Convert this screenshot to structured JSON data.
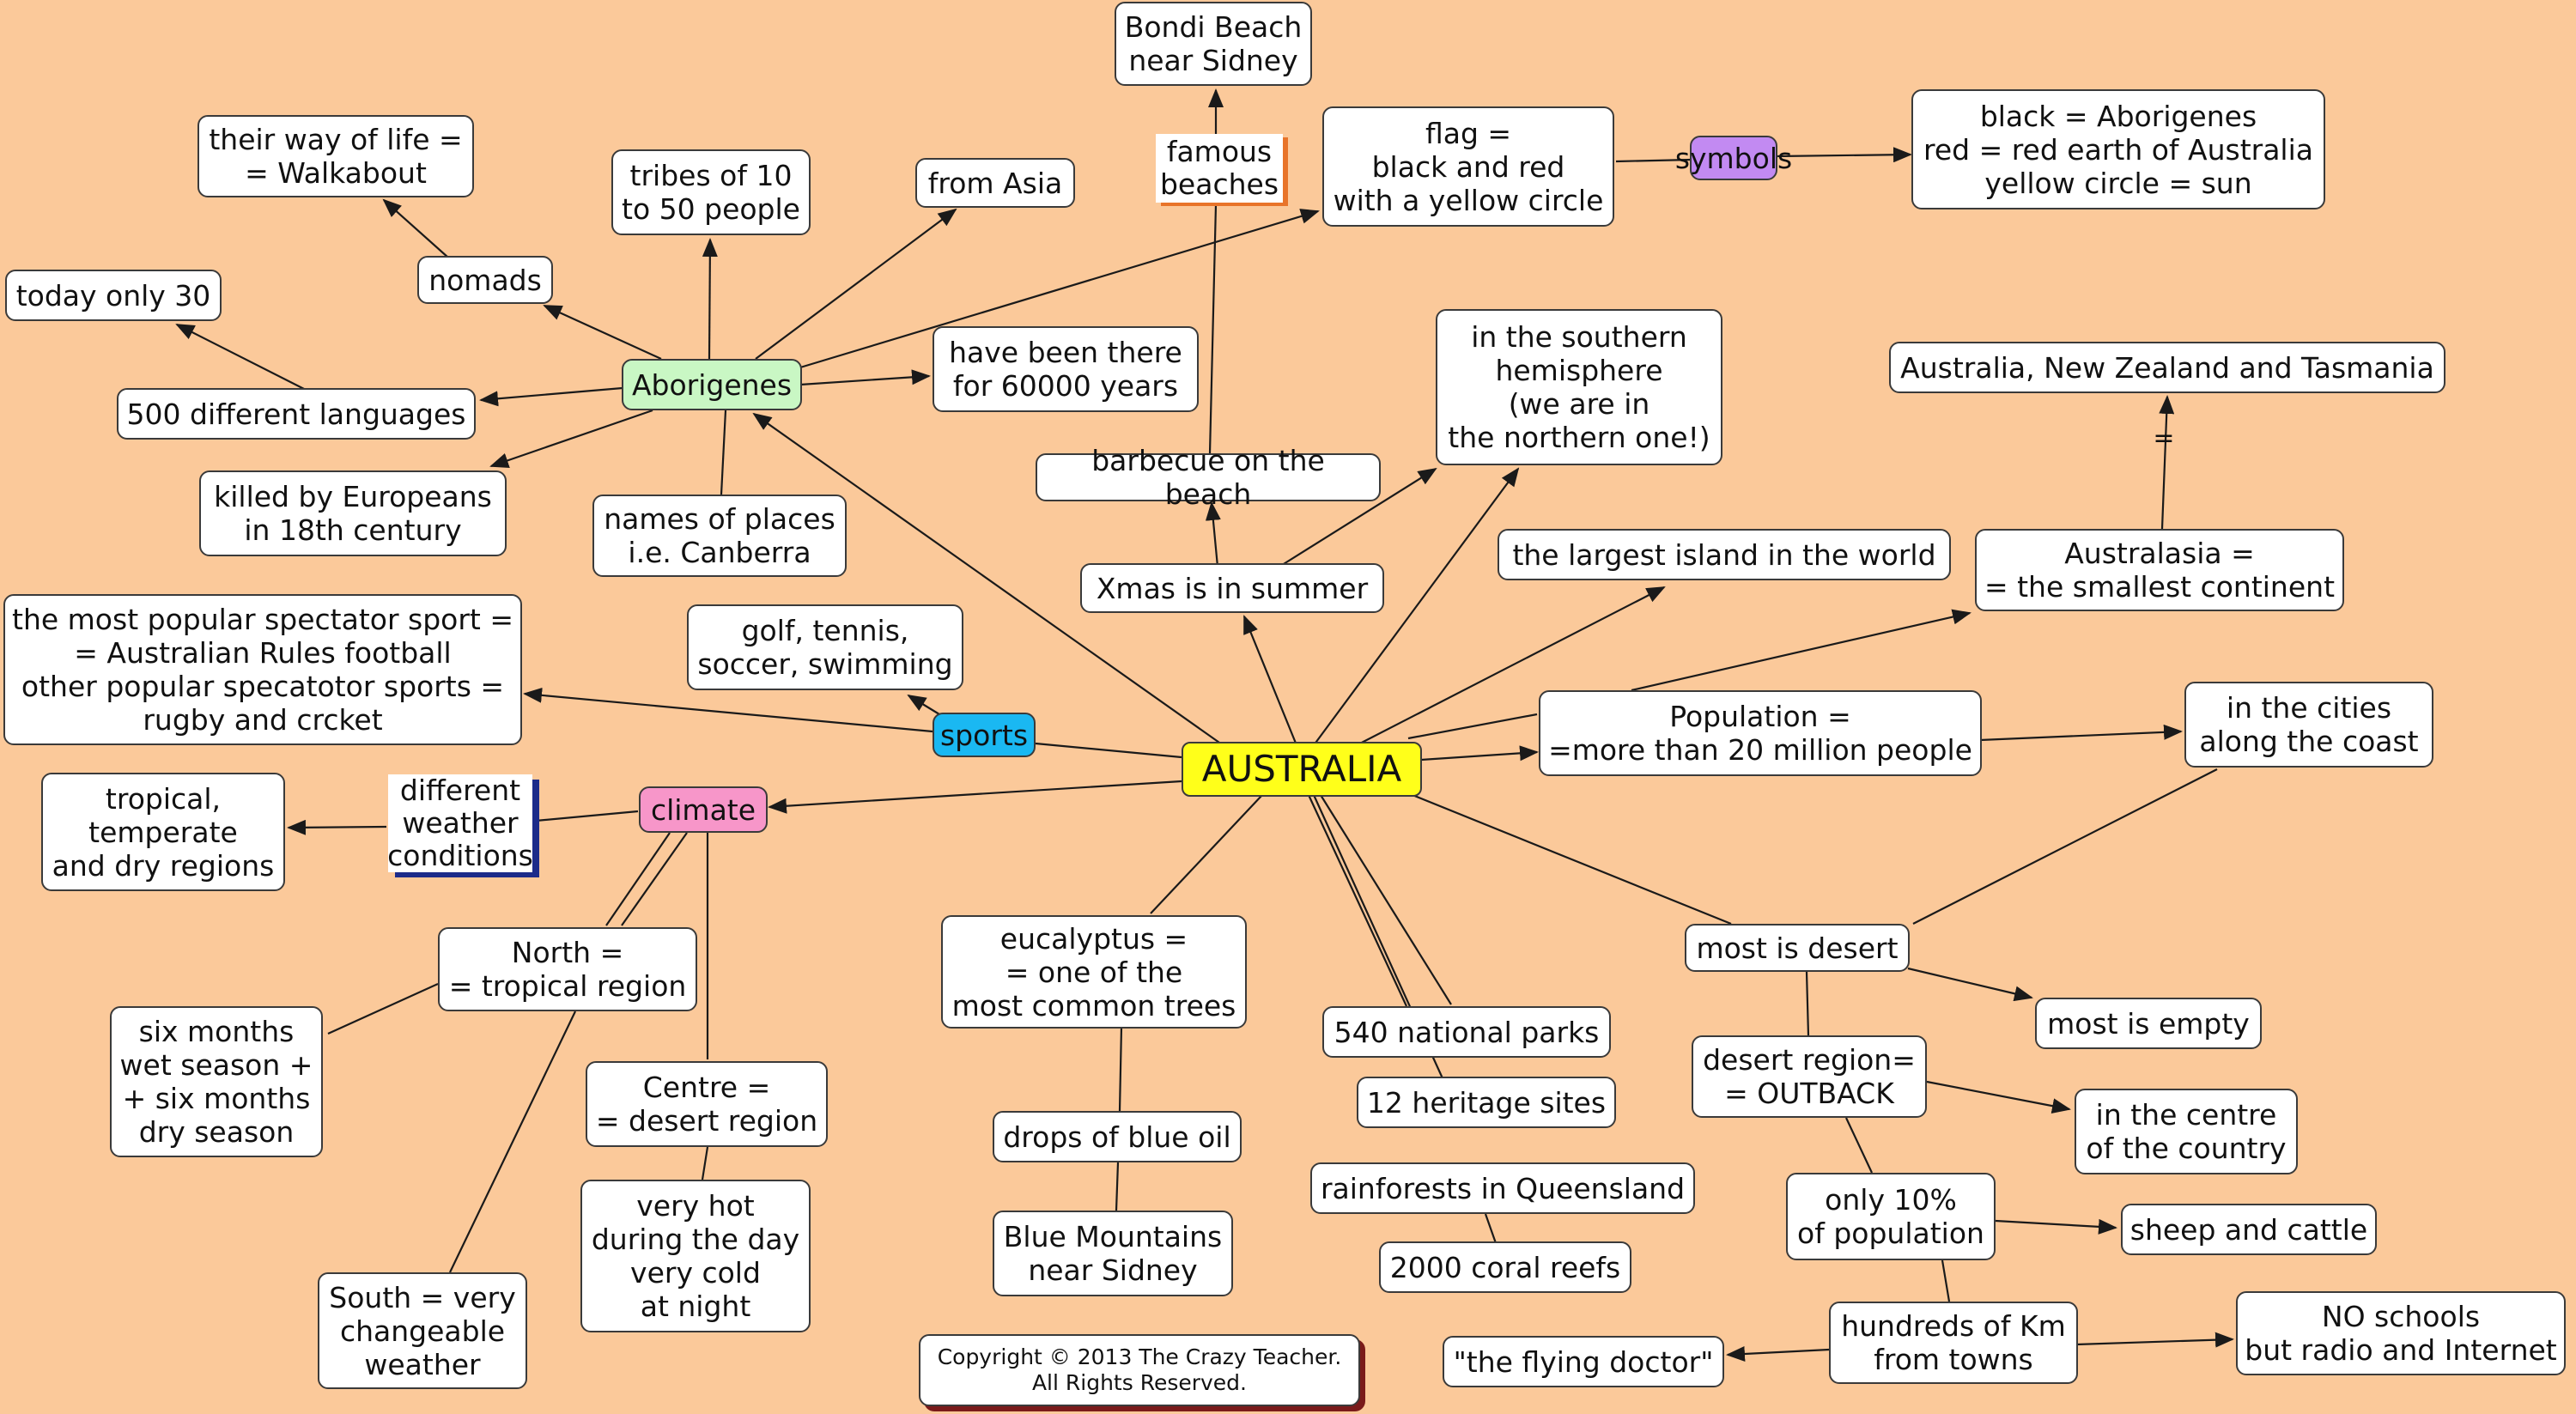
{
  "colors": {
    "background": "#fbc99a",
    "edge": "#1a1a1a",
    "australia": "#ffff1a",
    "aborigenes": "#c9f7c4",
    "sports": "#1ab8f2",
    "climate": "#f796c9",
    "symbols": "#c28af2",
    "default_node": "#ffffff"
  },
  "nodes": {
    "australia": {
      "text": "AUSTRALIA",
      "color": "#ffff1a"
    },
    "aborigenes": {
      "text": "Aborigenes",
      "color": "#c9f7c4"
    },
    "sports": {
      "text": "sports",
      "color": "#1ab8f2"
    },
    "climate": {
      "text": "climate",
      "color": "#f796c9"
    },
    "symbols": {
      "text": "symbols",
      "color": "#c28af2"
    },
    "walkabout": {
      "text": "their way of life =\n= Walkabout"
    },
    "nomads": {
      "text": "nomads"
    },
    "today30": {
      "text": "today only 30"
    },
    "languages": {
      "text": "500 different languages"
    },
    "killed": {
      "text": "killed by Europeans\nin 18th century"
    },
    "tribes": {
      "text": "tribes of 10\nto 50 people"
    },
    "asia": {
      "text": "from Asia"
    },
    "years": {
      "text": "have been there\nfor 60000 years"
    },
    "places": {
      "text": "names of places\ni.e. Canberra"
    },
    "bondi": {
      "text": "Bondi Beach\nnear Sidney"
    },
    "famous": {
      "text": "famous\nbeaches"
    },
    "flag": {
      "text": "flag =\nblack and red\nwith a yellow circle"
    },
    "symbolsmeaning": {
      "text": "black = Aborigenes\nred = red earth of Australia\nyellow circle = sun"
    },
    "southern": {
      "text": "in the southern\nhemisphere\n(we are in\nthe northern one!)"
    },
    "barbecue": {
      "text": "barbecue on the beach"
    },
    "xmas": {
      "text": "Xmas is in summer"
    },
    "anz": {
      "text": "Australia, New Zealand and Tasmania"
    },
    "largest": {
      "text": "the largest island in the world"
    },
    "australasia": {
      "text": "Australasia =\n= the smallest continent"
    },
    "population": {
      "text": "Population =\n=more than 20 million people"
    },
    "cities": {
      "text": "in the cities\nalong the coast"
    },
    "football": {
      "text": "the most popular spectator sport =\n= Australian Rules football\nother popular specatotor sports =\nrugby and crcket"
    },
    "golf": {
      "text": "golf, tennis,\nsoccer, swimming"
    },
    "tropical": {
      "text": "tropical,\ntemperate\nand dry regions"
    },
    "weather": {
      "text": "different\nweather\nconditions"
    },
    "north": {
      "text": "North =\n= tropical region"
    },
    "sixmonths": {
      "text": "six months\nwet season +\n+ six months\ndry season"
    },
    "centre": {
      "text": "Centre =\n= desert region"
    },
    "veryhot": {
      "text": "very hot\nduring the day\nvery cold\nat night"
    },
    "south": {
      "text": "South = very\nchangeable\nweather"
    },
    "eucalyptus": {
      "text": "eucalyptus =\n= one of the\nmost common trees"
    },
    "blueoil": {
      "text": "drops of blue oil"
    },
    "bluemountains": {
      "text": "Blue Mountains\nnear Sidney"
    },
    "parks": {
      "text": "540 national parks"
    },
    "heritage": {
      "text": "12 heritage sites"
    },
    "rainforests": {
      "text": "rainforests in Queensland"
    },
    "reefs": {
      "text": "2000 coral reefs"
    },
    "desert": {
      "text": "most is desert"
    },
    "empty": {
      "text": "most is empty"
    },
    "outback": {
      "text": "desert region=\n= OUTBACK"
    },
    "centrecountry": {
      "text": "in the centre\nof the country"
    },
    "tenpercent": {
      "text": "only 10%\nof population"
    },
    "sheep": {
      "text": "sheep and cattle"
    },
    "hundreds": {
      "text": "hundreds of Km\nfrom towns"
    },
    "doctor": {
      "text": "\"the flying doctor\""
    },
    "noschools": {
      "text": "NO schools\nbut radio and Internet"
    },
    "copyright": {
      "text": "Copyright © 2013 The Crazy Teacher.\nAll Rights Reserved."
    }
  },
  "edge_labels": {
    "equals": "="
  }
}
